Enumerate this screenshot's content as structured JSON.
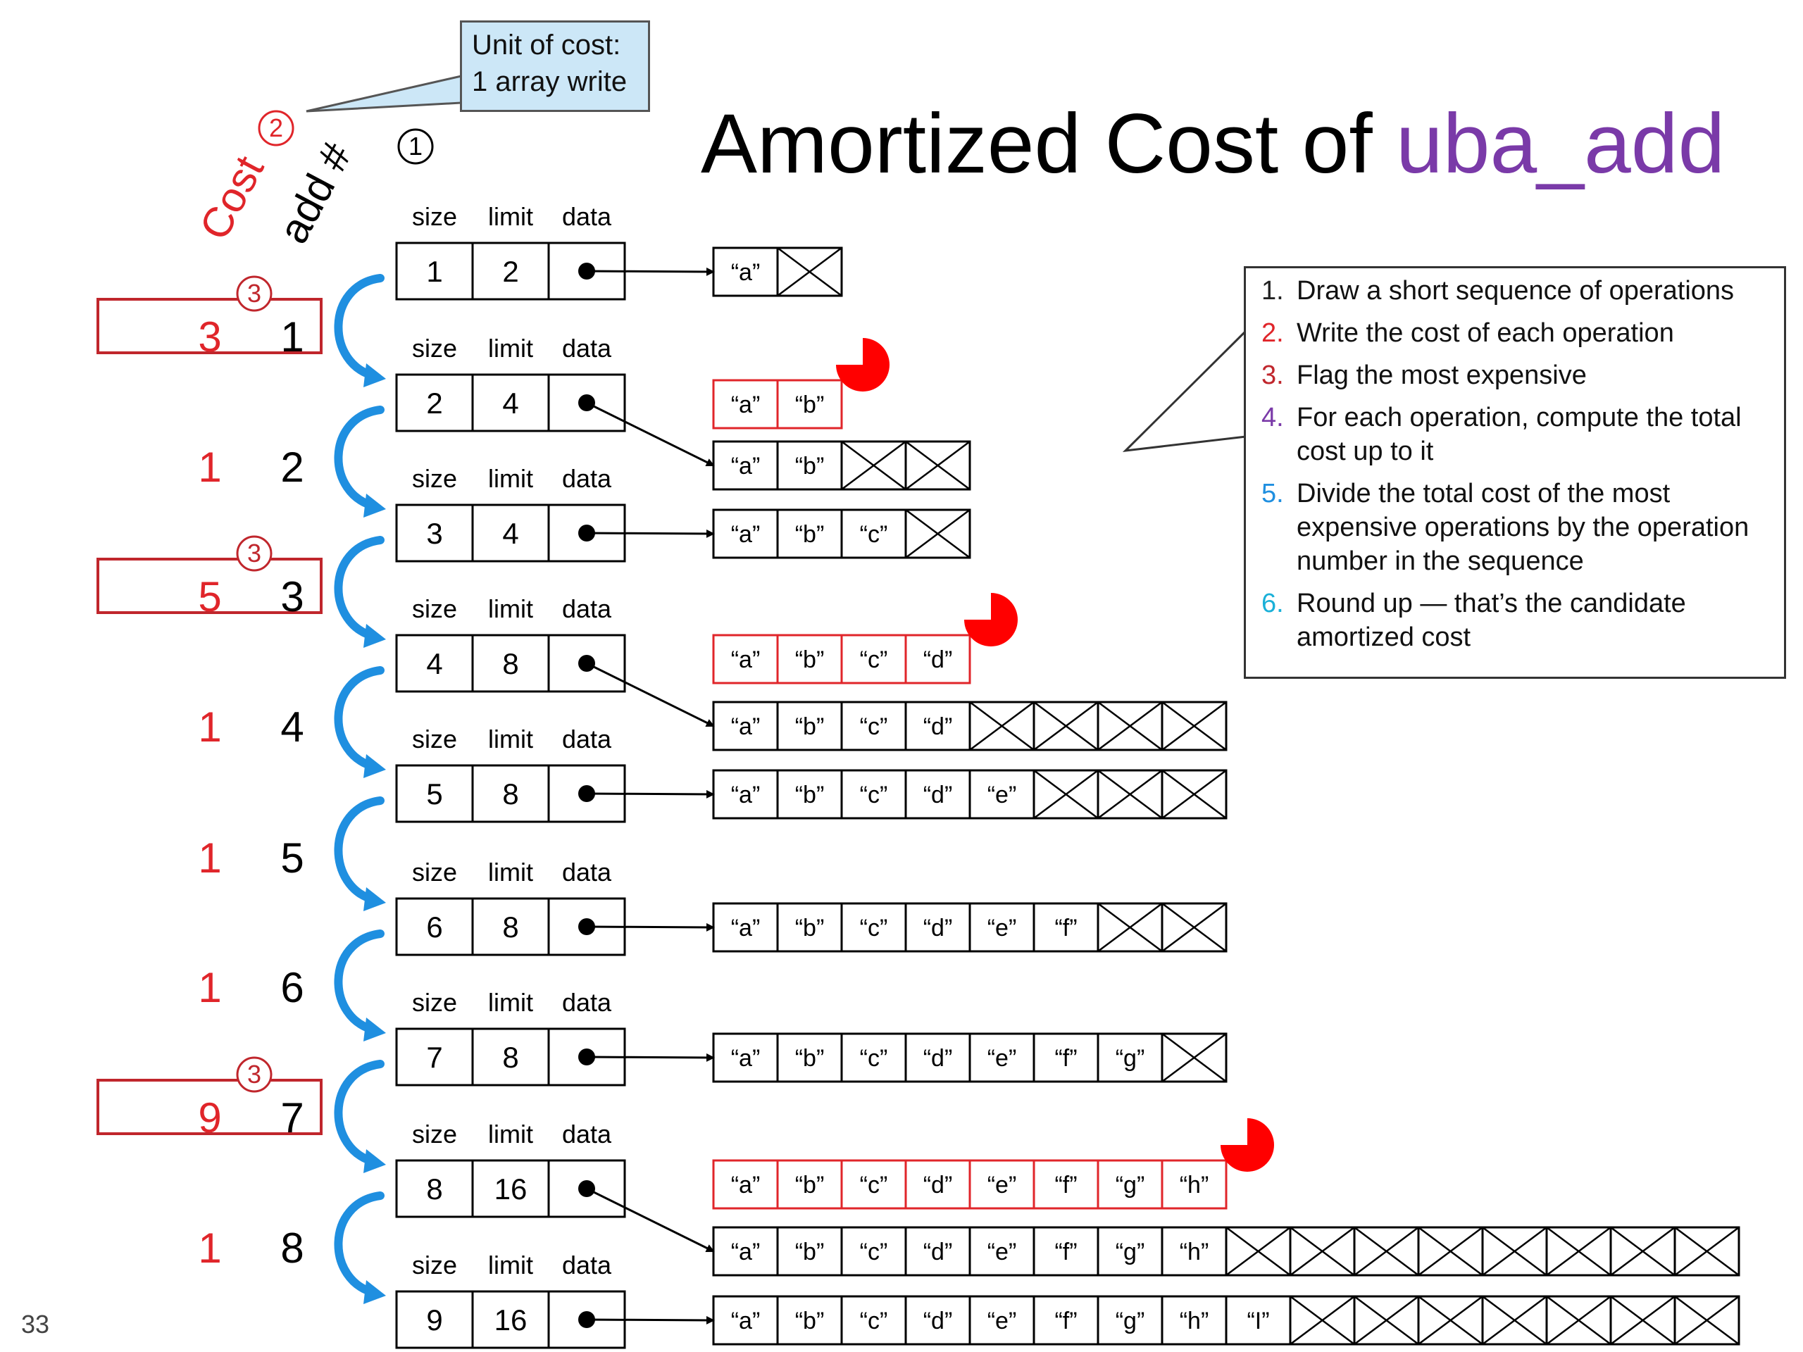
{
  "title": {
    "prefix": "Amortized Cost of ",
    "func": "uba_add"
  },
  "colors": {
    "red": "#e0252a",
    "dark_red": "#c0262c",
    "purple": "#7a3aa8",
    "blue": "#1f8fe0",
    "cyan": "#1ab0d8",
    "note_fill": "#cce7f7"
  },
  "note": {
    "line1": "Unit of cost:",
    "line2": "1 array write"
  },
  "column_labels": {
    "cost": "Cost",
    "add": "add #"
  },
  "markers": {
    "one": "1",
    "two": "2",
    "three": "3"
  },
  "field_headers": {
    "size": "size",
    "limit": "limit",
    "data": "data"
  },
  "states": [
    {
      "size": "1",
      "limit": "2",
      "elements": [
        "“a”"
      ]
    },
    {
      "size": "2",
      "limit": "4",
      "elements": [
        "“a”",
        "“b”"
      ]
    },
    {
      "size": "3",
      "limit": "4",
      "elements": [
        "“a”",
        "“b”",
        "“c”"
      ]
    },
    {
      "size": "4",
      "limit": "8",
      "elements": [
        "“a”",
        "“b”",
        "“c”",
        "“d”"
      ]
    },
    {
      "size": "5",
      "limit": "8",
      "elements": [
        "“a”",
        "“b”",
        "“c”",
        "“d”",
        "“e”"
      ]
    },
    {
      "size": "6",
      "limit": "8",
      "elements": [
        "“a”",
        "“b”",
        "“c”",
        "“d”",
        "“e”",
        "“f”"
      ]
    },
    {
      "size": "7",
      "limit": "8",
      "elements": [
        "“a”",
        "“b”",
        "“c”",
        "“d”",
        "“e”",
        "“f”",
        "“g”"
      ]
    },
    {
      "size": "8",
      "limit": "16",
      "elements": [
        "“a”",
        "“b”",
        "“c”",
        "“d”",
        "“e”",
        "“f”",
        "“g”",
        "“h”"
      ]
    },
    {
      "size": "9",
      "limit": "16",
      "elements": [
        "“a”",
        "“b”",
        "“c”",
        "“d”",
        "“e”",
        "“f”",
        "“g”",
        "“h”",
        "“I”"
      ]
    }
  ],
  "capacities": [
    2,
    4,
    4,
    8,
    8,
    8,
    8,
    16,
    16
  ],
  "old_arrays": [
    {
      "after_state": 2,
      "elements": [
        "“a”",
        "“b”"
      ]
    },
    {
      "after_state": 4,
      "elements": [
        "“a”",
        "“b”",
        "“c”",
        "“d”"
      ]
    },
    {
      "after_state": 8,
      "elements": [
        "“a”",
        "“b”",
        "“c”",
        "“d”",
        "“e”",
        "“f”",
        "“g”",
        "“h”"
      ]
    }
  ],
  "operations": [
    {
      "add": "1",
      "cost": "3",
      "flagged": true
    },
    {
      "add": "2",
      "cost": "1",
      "flagged": false
    },
    {
      "add": "3",
      "cost": "5",
      "flagged": true
    },
    {
      "add": "4",
      "cost": "1",
      "flagged": false
    },
    {
      "add": "5",
      "cost": "1",
      "flagged": false
    },
    {
      "add": "6",
      "cost": "1",
      "flagged": false
    },
    {
      "add": "7",
      "cost": "9",
      "flagged": true
    },
    {
      "add": "8",
      "cost": "1",
      "flagged": false
    }
  ],
  "steps": [
    {
      "num": "1.",
      "text": "Draw a short sequence of operations",
      "color": "#222222"
    },
    {
      "num": "2.",
      "text": "Write the cost of each operation",
      "color": "#e0252a"
    },
    {
      "num": "3.",
      "text": "Flag the most expensive",
      "color": "#c0262c"
    },
    {
      "num": "4.",
      "text": "For each operation, compute the total cost up to it",
      "color": "#7a3aa8"
    },
    {
      "num": "5.",
      "text": "Divide the total cost of the most expensive operations by the operation number in the sequence",
      "color": "#1f8fe0"
    },
    {
      "num": "6.",
      "text": "Round up — that’s the candidate amortized cost",
      "color": "#1ab0d8"
    }
  ],
  "page_number": "33"
}
